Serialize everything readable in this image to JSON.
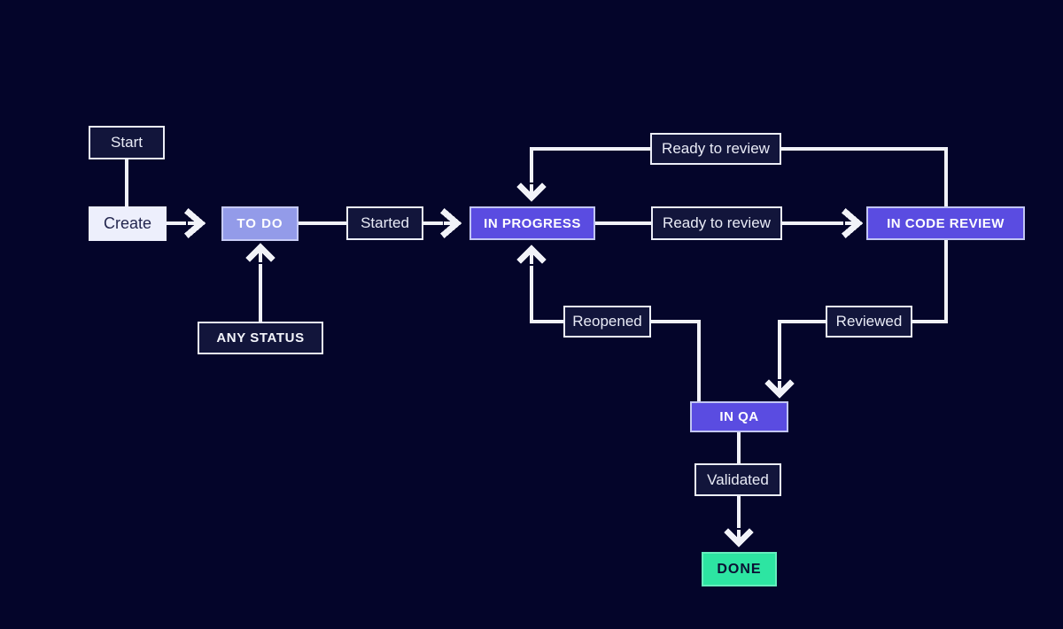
{
  "diagram": {
    "type": "workflow-flowchart",
    "colors": {
      "background": "#04052a",
      "line": "#f1f2f8",
      "transition_box_fill": "#12153b",
      "transition_box_border": "#eceef8",
      "create_fill": "#edeffc",
      "create_text": "#23264e",
      "todo_fill": "#939be9",
      "status_purple": "#5a4ce1",
      "done_green": "#2de5a2",
      "done_text": "#0b1034"
    },
    "edges": [
      {
        "from": "Start",
        "to": "Create"
      },
      {
        "from": "Create",
        "to": "TO DO"
      },
      {
        "from": "TO DO",
        "via": "Started",
        "to": "IN PROGRESS"
      },
      {
        "from": "IN PROGRESS",
        "via": "Ready to review",
        "to": "IN CODE REVIEW"
      },
      {
        "from": "IN CODE REVIEW",
        "via": "Ready to review",
        "to": "IN PROGRESS"
      },
      {
        "from": "ANY STATUS",
        "to": "TO DO"
      },
      {
        "from": "IN QA",
        "via": "Reopened",
        "to": "IN PROGRESS"
      },
      {
        "from": "IN CODE REVIEW",
        "via": "Reviewed",
        "to": "IN QA"
      },
      {
        "from": "IN QA",
        "via": "Validated",
        "to": "DONE"
      }
    ]
  },
  "nodes": {
    "start": {
      "label": "Start"
    },
    "create": {
      "label": "Create"
    },
    "todo": {
      "label": "TO DO"
    },
    "started": {
      "label": "Started"
    },
    "in_progress": {
      "label": "IN PROGRESS"
    },
    "ready_top": {
      "label": "Ready to review"
    },
    "ready_mid": {
      "label": "Ready to review"
    },
    "in_code_review": {
      "label": "IN CODE REVIEW"
    },
    "any_status": {
      "label": "ANY STATUS"
    },
    "reopened": {
      "label": "Reopened"
    },
    "reviewed": {
      "label": "Reviewed"
    },
    "in_qa": {
      "label": "IN QA"
    },
    "validated": {
      "label": "Validated"
    },
    "done": {
      "label": "DONE"
    }
  }
}
